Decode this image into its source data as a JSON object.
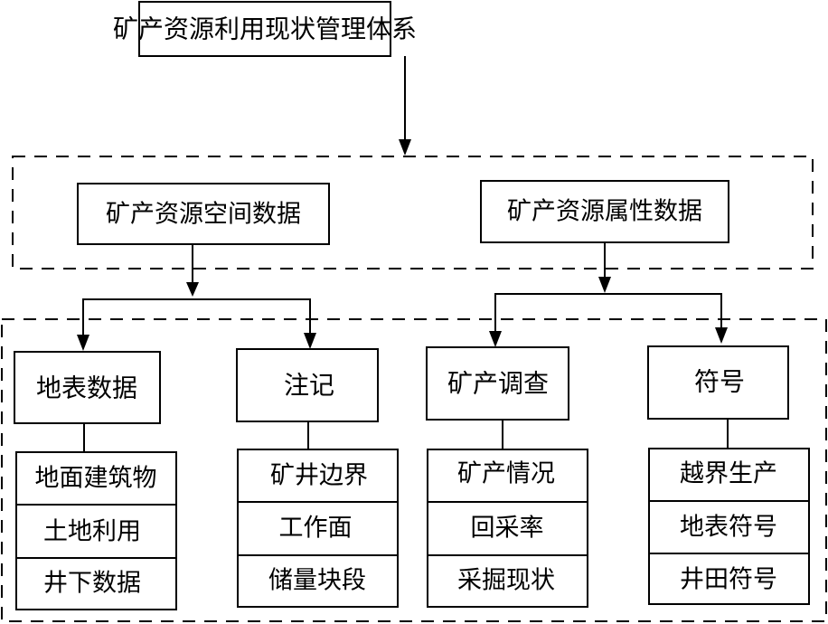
{
  "root": {
    "label": "矿产资源利用现状管理体系"
  },
  "data_groups": [
    {
      "label": "矿产资源空间数据",
      "categories": [
        {
          "label": "地表数据",
          "items": [
            "地面建筑物",
            "土地利用",
            "井下数据"
          ]
        },
        {
          "label": "注记",
          "items": [
            "矿井边界",
            "工作面",
            "储量块段"
          ]
        }
      ]
    },
    {
      "label": "矿产资源属性数据",
      "categories": [
        {
          "label": "矿产调查",
          "items": [
            "矿产情况",
            "回采率",
            "采掘现状"
          ]
        },
        {
          "label": "符号",
          "items": [
            "越界生产",
            "地表符号",
            "井田符号"
          ]
        }
      ]
    }
  ],
  "colors": {
    "stroke": "#000000",
    "background": "#ffffff"
  }
}
